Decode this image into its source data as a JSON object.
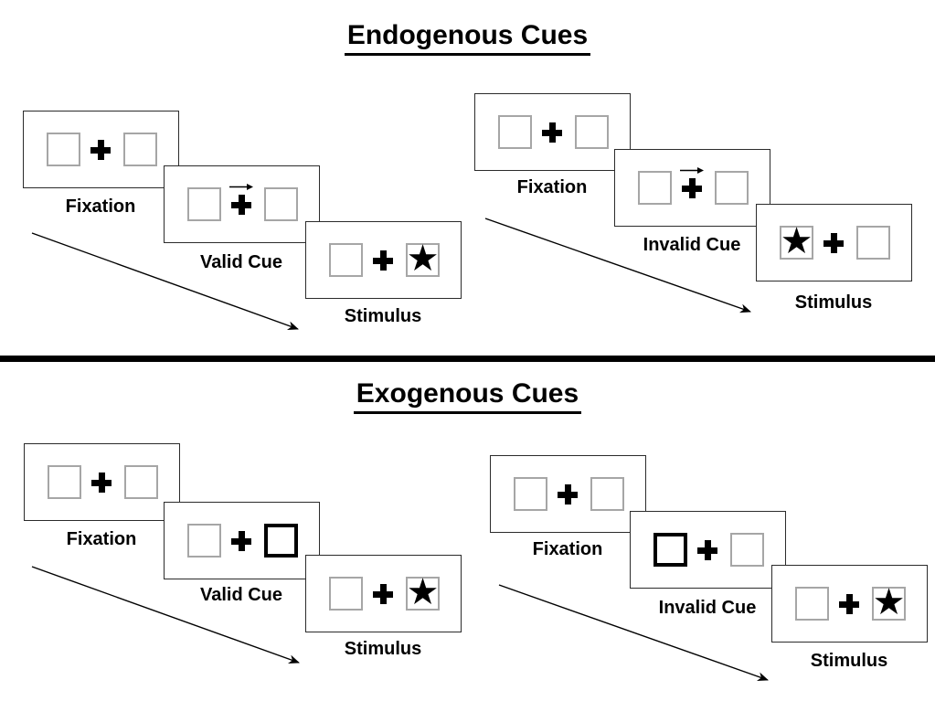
{
  "endogenous": {
    "title": "Endogenous Cues",
    "valid": {
      "panel1_label": "Fixation",
      "panel2_label": "Valid Cue",
      "panel3_label": "Stimulus"
    },
    "invalid": {
      "panel1_label": "Fixation",
      "panel2_label": "Invalid Cue",
      "panel3_label": "Stimulus"
    }
  },
  "exogenous": {
    "title": "Exogenous Cues",
    "valid": {
      "panel1_label": "Fixation",
      "panel2_label": "Valid Cue",
      "panel3_label": "Stimulus"
    },
    "invalid": {
      "panel1_label": "Fixation",
      "panel2_label": "Invalid Cue",
      "panel3_label": "Stimulus"
    }
  },
  "glyphs": {
    "star": "★"
  },
  "colors": {
    "background": "#ffffff",
    "panel_border": "#2b2b2b",
    "placeholder_box_border": "#a6a6a6",
    "cue_box_border": "#000000",
    "cross": "#000000",
    "arrow": "#000000",
    "divider": "#000000",
    "text": "#000000"
  },
  "diagram": {
    "endogenous_valid": {
      "cue_type": "central-arrow-right",
      "stimulus_side": "right"
    },
    "endogenous_invalid": {
      "cue_type": "central-arrow-right",
      "stimulus_side": "left"
    },
    "exogenous_valid": {
      "cue_type": "peripheral-box-right",
      "stimulus_side": "right"
    },
    "exogenous_invalid": {
      "cue_type": "peripheral-box-left",
      "stimulus_side": "right"
    }
  }
}
